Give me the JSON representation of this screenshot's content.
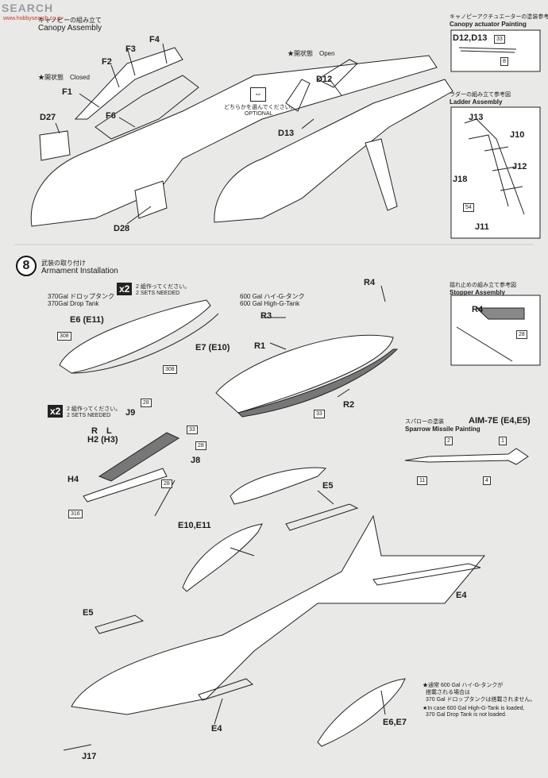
{
  "watermark": {
    "text": "SEARCH",
    "sub": "www.hobbysearch.co.jp"
  },
  "step7": {
    "title_jp": "キャノピーの組み立て",
    "title_en": "Canopy Assembly",
    "closed_label": "★開状態　Closed",
    "open_label": "★開状態　Open",
    "optional_jp": "どちらかを選んでください。",
    "optional_en": "OPTIONAL",
    "parts_closed": [
      "F4",
      "F3",
      "F2",
      "F1",
      "F6",
      "D27",
      "D28"
    ],
    "parts_open": [
      "D12",
      "D13"
    ]
  },
  "actuator": {
    "title_jp": "キャノピーアクチュエーターの塗装参考図",
    "title_en": "Canopy actuator Painting",
    "parts": "D12,D13",
    "colors": [
      "33",
      "8"
    ]
  },
  "ladder": {
    "title_jp": "ラダーの組み立て参考図",
    "title_en": "Ladder Assembly",
    "parts": [
      "J13",
      "J10",
      "J12",
      "J18",
      "J11"
    ],
    "color": "54"
  },
  "step8": {
    "number": "8",
    "title_jp": "武装の取り付け",
    "title_en": "Armament Installation",
    "sets_jp": "2 組作ってください。",
    "sets_en": "2 SETS NEEDED",
    "x2": "x2",
    "drop370_jp": "370Gal ドロップタンク",
    "drop370_en": "370Gal Drop Tank",
    "tank600_jp": "600 Gal ハイ-G-タンク",
    "tank600_en": "600 Gal High-G-Tank"
  },
  "stopper": {
    "title_jp": "揺れ止めの組み立て参考図",
    "title_en": "Stopper Assembly",
    "part": "R4",
    "color": "28"
  },
  "sparrow": {
    "title_jp": "スパローの塗装",
    "title_en": "Sparrow Missile Painting",
    "model": "AIM-7E (E4,E5)",
    "colors": [
      "2",
      "1",
      "11",
      "4"
    ]
  },
  "parts": {
    "E6E11": "E6 (E11)",
    "E7E10": "E7 (E10)",
    "R1": "R1",
    "R2": "R2",
    "R3": "R3",
    "R4": "R4",
    "J9": "J9",
    "RL": "R　L",
    "H2H3": "H2 (H3)",
    "J8": "J8",
    "H4": "H4",
    "E5a": "E5",
    "E10E11": "E10,E11",
    "E4a": "E4",
    "E5b": "E5",
    "E4b": "E4",
    "E6E7": "E6,E7",
    "J17": "J17"
  },
  "colors_tank": [
    "308",
    "308",
    "33"
  ],
  "colors_pylon": [
    "28",
    "33",
    "28",
    "28",
    "316"
  ],
  "note": {
    "jp1": "★通常 600 Gal ハイ-G-タンクが",
    "jp2": "搭載される場合は",
    "jp3": "370 Gal ドロップタンクは搭載されません。",
    "en1": "★In case 600 Gal High-G-Tank is loaded,",
    "en2": "370 Gal Drop Tank is not loaded."
  }
}
